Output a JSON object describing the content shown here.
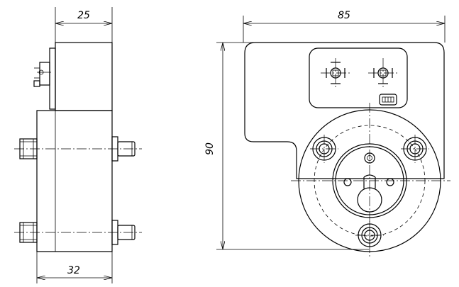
{
  "dimensions": {
    "side_width": "25",
    "front_width": "85",
    "front_height": "90",
    "side_bottom_width": "32"
  },
  "colors": {
    "line": "#000000",
    "background": "#ffffff"
  }
}
